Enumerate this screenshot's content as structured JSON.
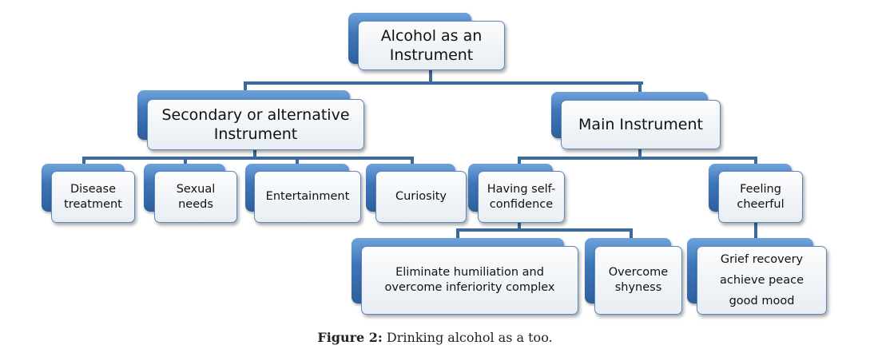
{
  "diagram": {
    "root": "Alcohol as an\nInstrument",
    "secondary": "Secondary or alternative\nInstrument",
    "main": "Main Instrument",
    "disease": "Disease\ntreatment",
    "sexual": "Sexual\nneeds",
    "entertainment": "Entertainment",
    "curiosity": "Curiosity",
    "self_confidence": "Having self-\nconfidence",
    "cheerful": "Feeling\ncheerful",
    "eliminate": "Eliminate humiliation and\novercome inferiority complex",
    "shyness": "Overcome\nshyness",
    "grief": "Grief recovery\nachieve peace\ngood mood"
  },
  "caption": {
    "label": "Figure 2:",
    "text": " Drinking alcohol as a too."
  },
  "colors": {
    "box_blue": "#3f76b9",
    "connector": "#3d6a9c"
  }
}
